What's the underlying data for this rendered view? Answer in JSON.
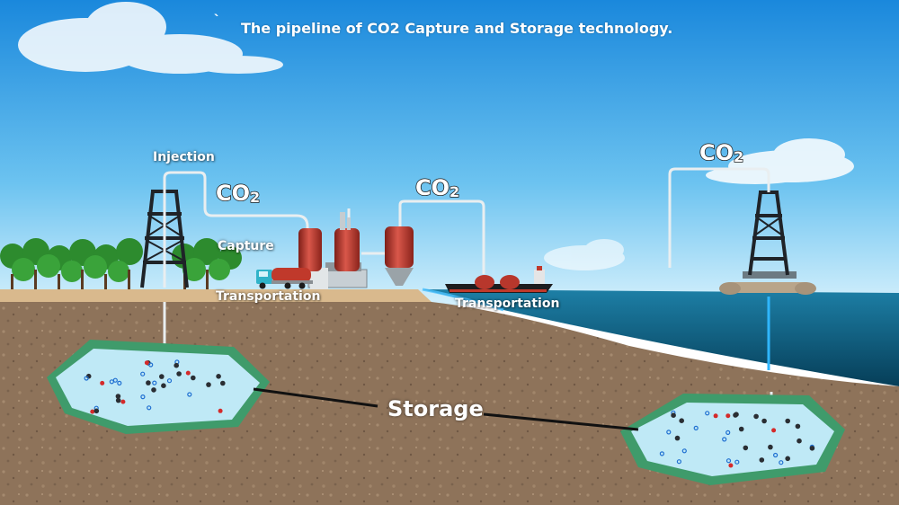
{
  "title": {
    "mark": "`",
    "text": "The pipeline of CO2 Capture and Storage technology."
  },
  "labels": {
    "injection": "Injection",
    "capture": "Capture",
    "transportation_land": "Transportation",
    "transportation_sea": "Transportation",
    "storage": "Storage"
  },
  "co2_markers": [
    {
      "text": "CO",
      "sub": "2"
    },
    {
      "text": "CO",
      "sub": "2"
    },
    {
      "text": "CO",
      "sub": "2"
    }
  ],
  "colors": {
    "sky_top": "#1e8fe0",
    "sky_bottom": "#cfeefc",
    "ground": "#8d7158",
    "sea": "#0b4f6e",
    "reservoir_border": "#3f9b6b",
    "reservoir_fill": "#bfe9f6",
    "tank": "#b8372c"
  }
}
